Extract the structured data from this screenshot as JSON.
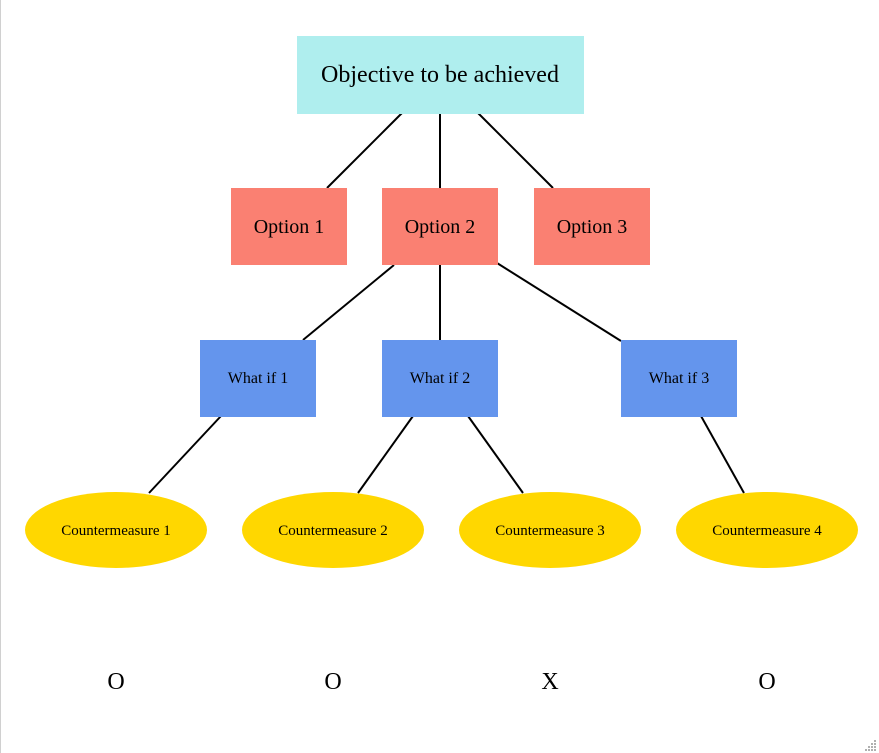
{
  "root": {
    "label": "Objective to be achieved",
    "color": "#afeeee"
  },
  "options": [
    {
      "label": "Option 1",
      "color": "#fa8072"
    },
    {
      "label": "Option 2",
      "color": "#fa8072"
    },
    {
      "label": "Option 3",
      "color": "#fa8072"
    }
  ],
  "what_ifs": [
    {
      "label": "What if 1",
      "color": "#6495ed"
    },
    {
      "label": "What if 2",
      "color": "#6495ed"
    },
    {
      "label": "What if 3",
      "color": "#6495ed"
    }
  ],
  "countermeasures": [
    {
      "label": "Countermeasure 1",
      "color": "#ffd700"
    },
    {
      "label": "Countermeasure 2",
      "color": "#ffd700"
    },
    {
      "label": "Countermeasure 3",
      "color": "#ffd700"
    },
    {
      "label": "Countermeasure 4",
      "color": "#ffd700"
    }
  ],
  "results": [
    "O",
    "O",
    "X",
    "O"
  ]
}
